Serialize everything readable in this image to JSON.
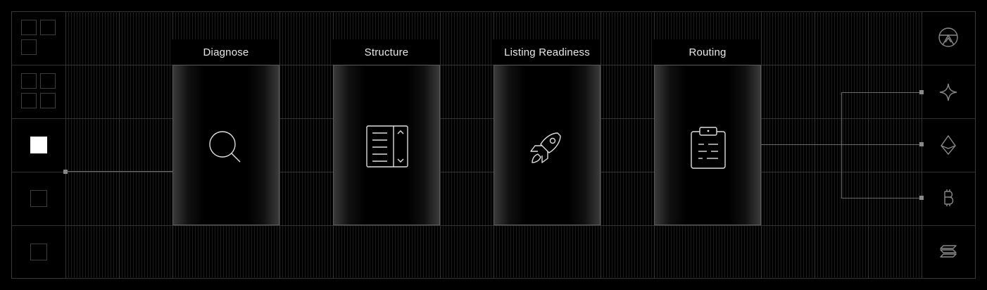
{
  "stages": [
    {
      "label": "Diagnose",
      "icon": "search-icon"
    },
    {
      "label": "Structure",
      "icon": "document-scroll-icon"
    },
    {
      "label": "Listing Readiness",
      "icon": "rocket-icon"
    },
    {
      "label": "Routing",
      "icon": "clipboard-icon"
    }
  ],
  "left_column": {
    "icons": [
      "three-squares-icon",
      "four-squares-icon",
      "filled-square-icon",
      "empty-square-icon",
      "empty-square-icon"
    ],
    "active_index": 2
  },
  "right_column": {
    "icons": [
      "chain-logo-icon",
      "sparkle-icon",
      "ethereum-icon",
      "bitcoin-icon",
      "solana-icon"
    ]
  },
  "colors": {
    "background": "#000000",
    "grid": "#333333",
    "text": "#e8e8e8",
    "active": "#ffffff"
  }
}
